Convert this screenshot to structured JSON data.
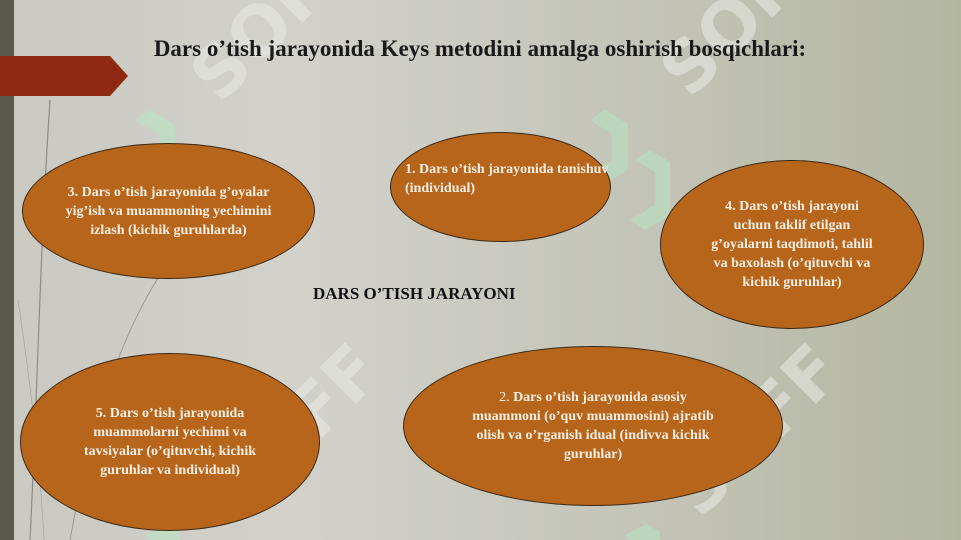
{
  "slide": {
    "title": "Dars o’tish jarayonida Keys metodini amalga oshirish bosqichlari:",
    "center_label": "DARS O’TISH JARAYONI",
    "stages": {
      "s1": "1. Dars o’tish jarayonida tanishuv (individual)",
      "s2_number": "2. ",
      "s2_text": "Dars o’tish jarayonida asosiy muammoni (o’quv muammosini) ajratib olish va o’rganish idual (indivva kichik guruhlar)",
      "s3": "3. Dars o’tish jarayonida g’oyalar yig’ish va muammoning yechimini izlash (kichik guruhlarda)",
      "s4": "4. Dars o’tish jarayoni uchun taklif etilgan g’oyalarni taqdimoti, tahlil va baxolash (o’qituvchi va kichik guruhlar)",
      "s5": "5. Dars o’tish jarayonida muammolarni yechimi va tavsiyalar (o’qituvchi, kichik guruhlar va individual)"
    },
    "watermark_text": "SOFF",
    "colors": {
      "oval_fill": "#b7651b",
      "oval_text": "#f7efe4",
      "accent_red": "#8f2a12",
      "watermark_green": "#b6e6c2"
    }
  }
}
